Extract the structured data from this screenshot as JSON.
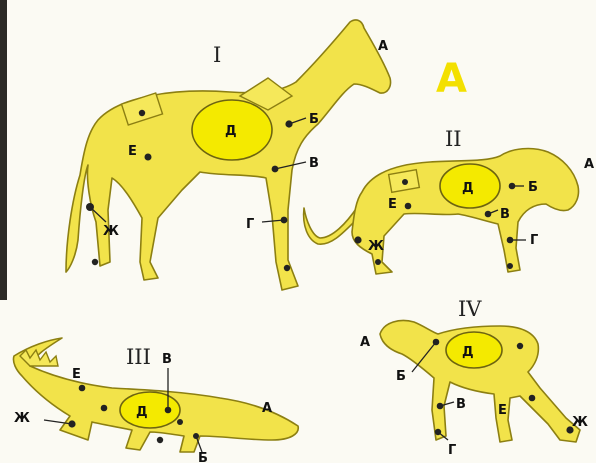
{
  "figure": {
    "panel_letter": "А",
    "colors": {
      "body": "#f2e34a",
      "organ": "#f4ea00",
      "outline": "#8c7f12",
      "joint": "#222222"
    }
  },
  "animals": [
    {
      "numeral": "I",
      "labels": {
        "a": "А",
        "b": "Б",
        "v": "В",
        "g": "Г",
        "d": "Д",
        "e": "Е",
        "zh": "Ж"
      }
    },
    {
      "numeral": "II",
      "labels": {
        "a": "А",
        "b": "Б",
        "v": "В",
        "g": "Г",
        "d": "Д",
        "e": "Е",
        "zh": "Ж"
      }
    },
    {
      "numeral": "III",
      "labels": {
        "a": "А",
        "b": "Б",
        "v": "В",
        "d": "Д",
        "e": "Е",
        "zh": "Ж"
      }
    },
    {
      "numeral": "IV",
      "labels": {
        "a": "А",
        "b": "Б",
        "v": "В",
        "g": "Г",
        "d": "Д",
        "e": "Е",
        "zh": "Ж"
      }
    }
  ]
}
